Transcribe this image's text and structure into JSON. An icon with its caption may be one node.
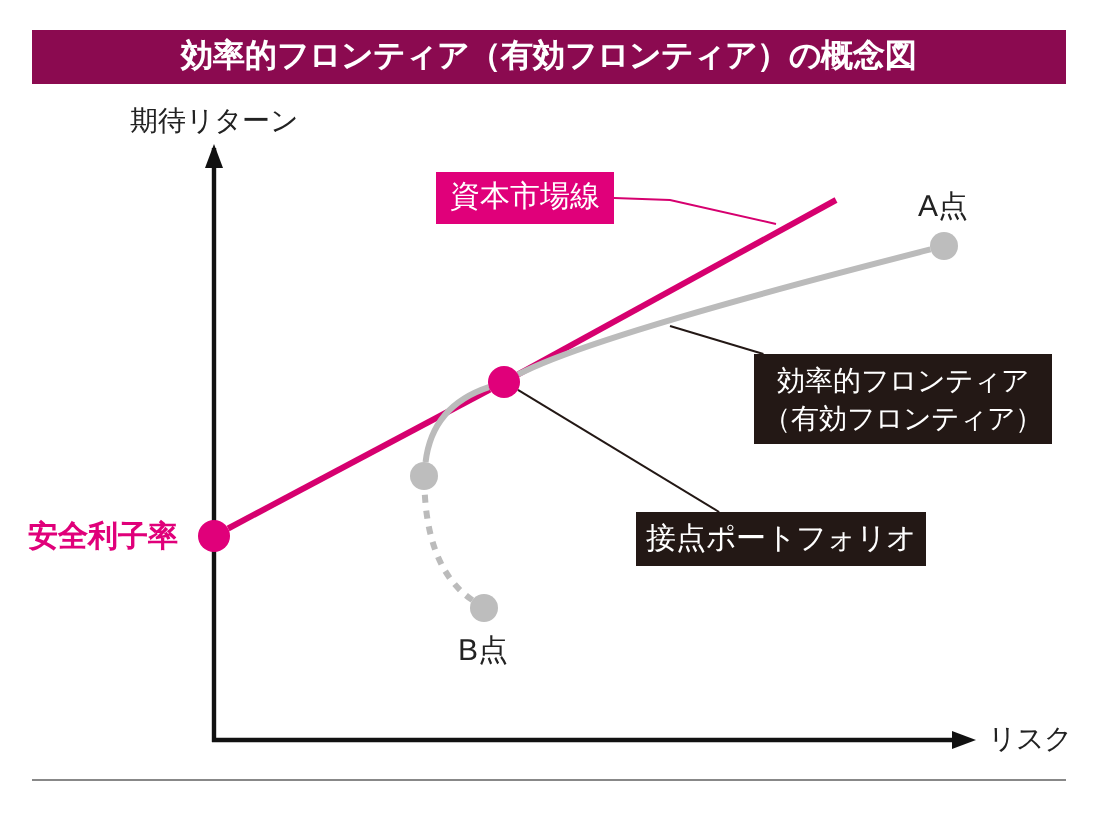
{
  "diagram": {
    "title": "効率的フロンティア（有効フロンティア）の概念図",
    "nodes": [
      {
        "text": [
          "資本市場線"
        ]
      },
      {
        "text": [
          "効率的フロンティア（有効フロンティア）"
        ]
      },
      {
        "text": [
          "接点ポートフォリオ"
        ]
      },
      {
        "text": [],
        "shape": "circle"
      },
      {
        "text": [],
        "shape": "circle",
        "beside": [
          "安全利子率"
        ]
      },
      {
        "text": [],
        "shape": "circle",
        "beside": [
          "A点"
        ]
      },
      {
        "text": [],
        "shape": "circle",
        "beside": [
          "B点"
        ]
      },
      {
        "text": [],
        "shape": "circle"
      }
    ],
    "edges": [
      {
        "from": 0,
        "to": null,
        "arrow": "none",
        "color": "#d6006f"
      },
      {
        "from": 1,
        "to": null,
        "arrow": "none",
        "color": "#231815"
      },
      {
        "from": 2,
        "to": 3,
        "arrow": "none",
        "color": "#231815"
      },
      {
        "from": 4,
        "to": 3,
        "arrow": "none",
        "color": "#d6006f"
      },
      {
        "from": 3,
        "to": null,
        "arrow": "none",
        "color": "#d6006f"
      },
      {
        "from": 7,
        "to": 3,
        "arrow": "none",
        "color": "#bbbbbb"
      },
      {
        "from": 3,
        "to": 5,
        "arrow": "none",
        "color": "#bbbbbb"
      },
      {
        "from": 6,
        "to": 7,
        "arrow": "none",
        "style": "dashed",
        "color": "#bbbbbb"
      }
    ],
    "labels": [
      "期待リターン",
      "リスク"
    ]
  }
}
